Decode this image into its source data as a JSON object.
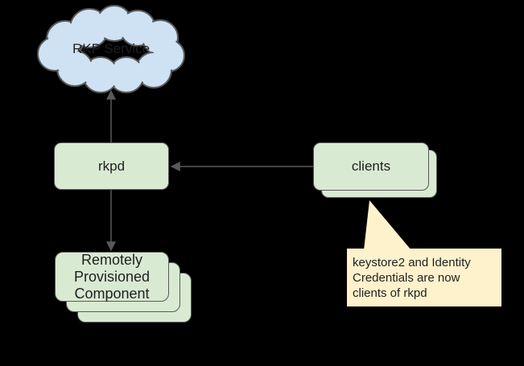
{
  "cloud": {
    "label": "RKP Service"
  },
  "rkpd": {
    "label": "rkpd"
  },
  "clients": {
    "label": "clients"
  },
  "rpc": {
    "lines": [
      "Remotely",
      "Provisioned",
      "Component"
    ]
  },
  "callout": {
    "lines": [
      "keystore2 and Identity",
      "Credentials are now",
      "clients of rkpd"
    ]
  },
  "colors": {
    "background": "#000000",
    "cloud_fill": "#cfe2f3",
    "box_fill": "#d9ead3",
    "callout_fill": "#fdf2cc",
    "border": "#595959",
    "arrow": "#595959",
    "text": "#1f1f1f"
  }
}
